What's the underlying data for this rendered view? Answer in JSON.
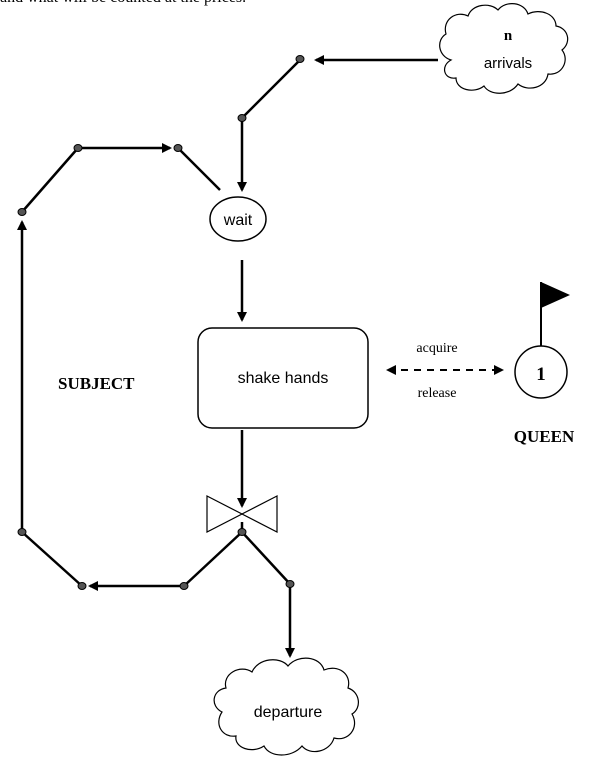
{
  "header_fragment": "and what will be counted at the prices.",
  "clouds": {
    "arrivals": {
      "count_label": "n",
      "label": "arrivals"
    },
    "departure": {
      "label": "departure"
    }
  },
  "nodes": {
    "wait": "wait",
    "shake_hands": "shake hands",
    "queen_count": "1"
  },
  "labels": {
    "subject": "SUBJECT",
    "queen": "QUEEN",
    "acquire": "acquire",
    "release": "release"
  },
  "colors": {
    "stroke": "#000000",
    "background": "#ffffff",
    "dot": "#555555"
  }
}
